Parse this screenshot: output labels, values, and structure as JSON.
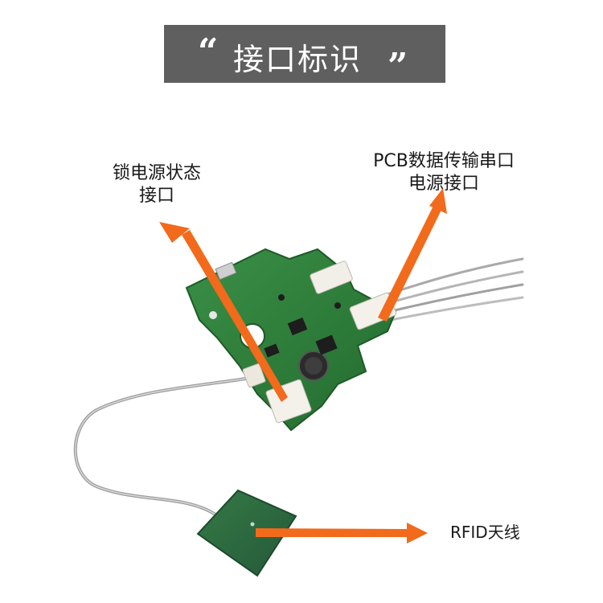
{
  "title": {
    "open_quote": "“",
    "text": "接口标识",
    "close_quote": "”"
  },
  "labels": {
    "lock_interface": [
      "锁电源状态",
      "接口"
    ],
    "pcb_interface": [
      "PCB数据传输串口",
      "电源接口"
    ],
    "rfid_antenna": "RFID天线"
  },
  "colors": {
    "arrow": "#f26a1b",
    "title_bg": "#5f5f5f",
    "pcb": "#2f7d3a",
    "antenna": "#2e6b3c"
  }
}
